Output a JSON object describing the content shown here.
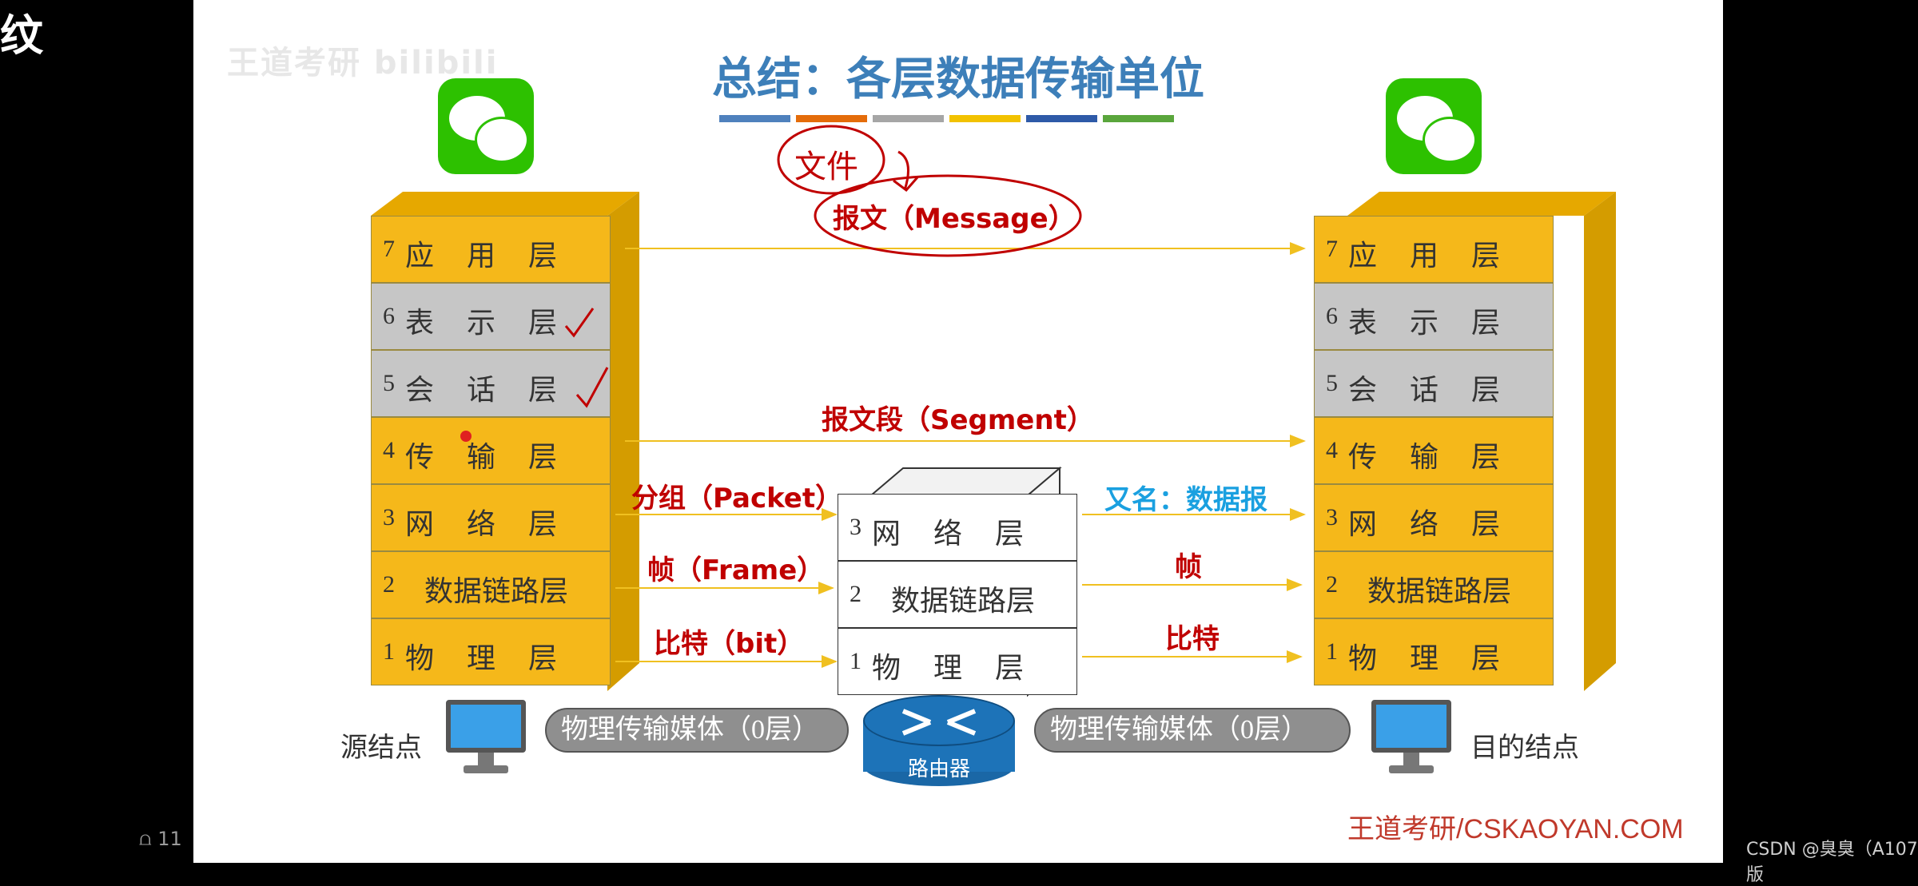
{
  "screen": {
    "corner_text": "纹",
    "bottom_left_fragment": "⩍ 11",
    "bottom_right_credit": "CSDN @臭臭（A107版"
  },
  "slide": {
    "watermark": "王道考研 bilibili",
    "title": "总结：各层数据传输单位",
    "color_strip": [
      "#4f81bd",
      "#e46c0a",
      "#a6a6a6",
      "#f2c200",
      "#2e5aa8",
      "#5aa63c"
    ],
    "left_app_icon": "wechat-icon",
    "right_app_icon": "wechat-icon",
    "annotation": "文件",
    "left_stack": [
      {
        "num": "7",
        "name": "应 用 层",
        "color": "#f5b81a"
      },
      {
        "num": "6",
        "name": "表 示 层",
        "color": "#c6c6c6"
      },
      {
        "num": "5",
        "name": "会 话 层",
        "color": "#c6c6c6"
      },
      {
        "num": "4",
        "name": "传 输 层",
        "color": "#f5b81a"
      },
      {
        "num": "3",
        "name": "网 络 层",
        "color": "#f5b81a"
      },
      {
        "num": "2",
        "name": "数据链路层",
        "color": "#f5b81a"
      },
      {
        "num": "1",
        "name": "物 理 层",
        "color": "#f5b81a"
      }
    ],
    "right_stack": [
      {
        "num": "7",
        "name": "应 用 层",
        "color": "#f5b81a"
      },
      {
        "num": "6",
        "name": "表 示 层",
        "color": "#c6c6c6"
      },
      {
        "num": "5",
        "name": "会 话 层",
        "color": "#c6c6c6"
      },
      {
        "num": "4",
        "name": "传 输 层",
        "color": "#f5b81a"
      },
      {
        "num": "3",
        "name": "网 络 层",
        "color": "#f5b81a"
      },
      {
        "num": "2",
        "name": "数据链路层",
        "color": "#f5b81a"
      },
      {
        "num": "1",
        "name": "物 理 层",
        "color": "#f5b81a"
      }
    ],
    "router_stack": [
      {
        "num": "3",
        "name": "网 络 层"
      },
      {
        "num": "2",
        "name": "数据链路层"
      },
      {
        "num": "1",
        "name": "物 理 层"
      }
    ],
    "units": {
      "message": "报文（Message）",
      "segment": "报文段（Segment）",
      "packet": "分组（Packet）",
      "packet_alias": "又名：数据报",
      "frame_left": "帧（Frame）",
      "frame_right": "帧",
      "bit_left": "比特（bit）",
      "bit_right": "比特"
    },
    "source_node": "源结点",
    "dest_node": "目的结点",
    "media_left": "物理传输媒体（0层）",
    "media_right": "物理传输媒体（0层）",
    "router_label": "路由器",
    "footer": "王道考研/CSKAOYAN.COM",
    "arrow_color": "#f0c020"
  }
}
